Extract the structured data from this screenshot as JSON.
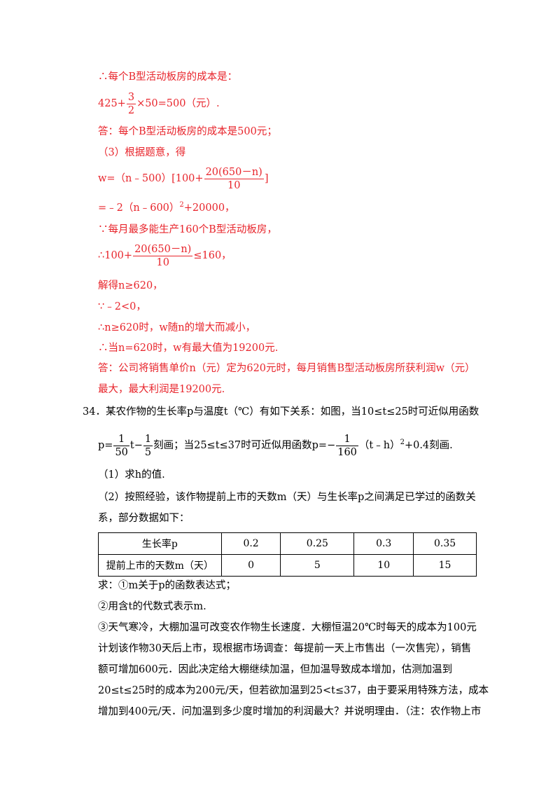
{
  "solution": {
    "l1": "∴每个B型活动板房的成本是：",
    "l2a": "425+",
    "l2_num": "3",
    "l2_den": "2",
    "l2b": "×50=500（元）.",
    "l3": "答：每个B型活动板房的成本是500元；",
    "l4": "（3）根据题意，得",
    "l5a": "w=（n﹣500）[100+",
    "l5_num": "20(650－n)",
    "l5_den": "10",
    "l5b": "]",
    "l6a": "=﹣2（n﹣600）",
    "l6_sup": "2",
    "l6b": "+20000，",
    "l7": "∵每月最多能生产160个B型活动板房，",
    "l8a": "∴100+",
    "l8_num": "20(650－n)",
    "l8_den": "10",
    "l8b": "≤160，",
    "l9": "解得n≥620，",
    "l10": "∵﹣2<0，",
    "l11": "∴n≥620时，w随n的增大而减小，",
    "l12": "∴当n=620时，w有最大值为19200元.",
    "l13": "答：公司将销售单价n（元）定为620元时，每月销售B型活动板房所获利润w（元）",
    "l14": "最大，最大利润是19200元."
  },
  "problem": {
    "number": "34．",
    "l1": "某农作物的生长率p与温度t（℃）有如下关系：如图，当10≤t≤25时可近似用函数",
    "l2a": "p=",
    "f1_num": "1",
    "f1_den": "50",
    "l2b": "t−",
    "f2_num": "1",
    "f2_den": "5",
    "l2c": "刻画；当25≤t≤37时可近似用函数p=−",
    "f3_num": "1",
    "f3_den": "160",
    "l2d": "（t﹣h）",
    "l2_sup": "2",
    "l2e": "+0.4刻画.",
    "q1": "（1）求h的值.",
    "q2a": "（2）按照经验，该作物提前上市的天数m（天）与生长率p之间满足已学过的函数关",
    "q2b": "系，部分数据如下：",
    "table": {
      "row1": [
        "生长率p",
        "0.2",
        "0.25",
        "0.3",
        "0.35"
      ],
      "row2": [
        "提前上市的天数m（天）",
        "0",
        "5",
        "10",
        "15"
      ]
    },
    "a1": "求：①m关于p的函数表达式；",
    "a2": "②用含t的代数式表示m.",
    "a3_1": "③天气寒冷，大棚加温可改变农作物生长速度．大棚恒温20℃时每天的成本为100元",
    "a3_2": "计划该作物30天后上市，现根据市场调查：每提前一天上市售出（一次售完），销售",
    "a3_3": "额可增加600元．因此决定给大棚继续加温，但加温导致成本增加，估测加温到",
    "a3_4": "20≤t≤25时的成本为200元/天，但若欲加温到25<t≤37，由于要采用特殊方法，成本",
    "a3_5": "增加到400元/天．问加温到多少度时增加的利润最大？并说明理由．（注：农作物上市"
  }
}
